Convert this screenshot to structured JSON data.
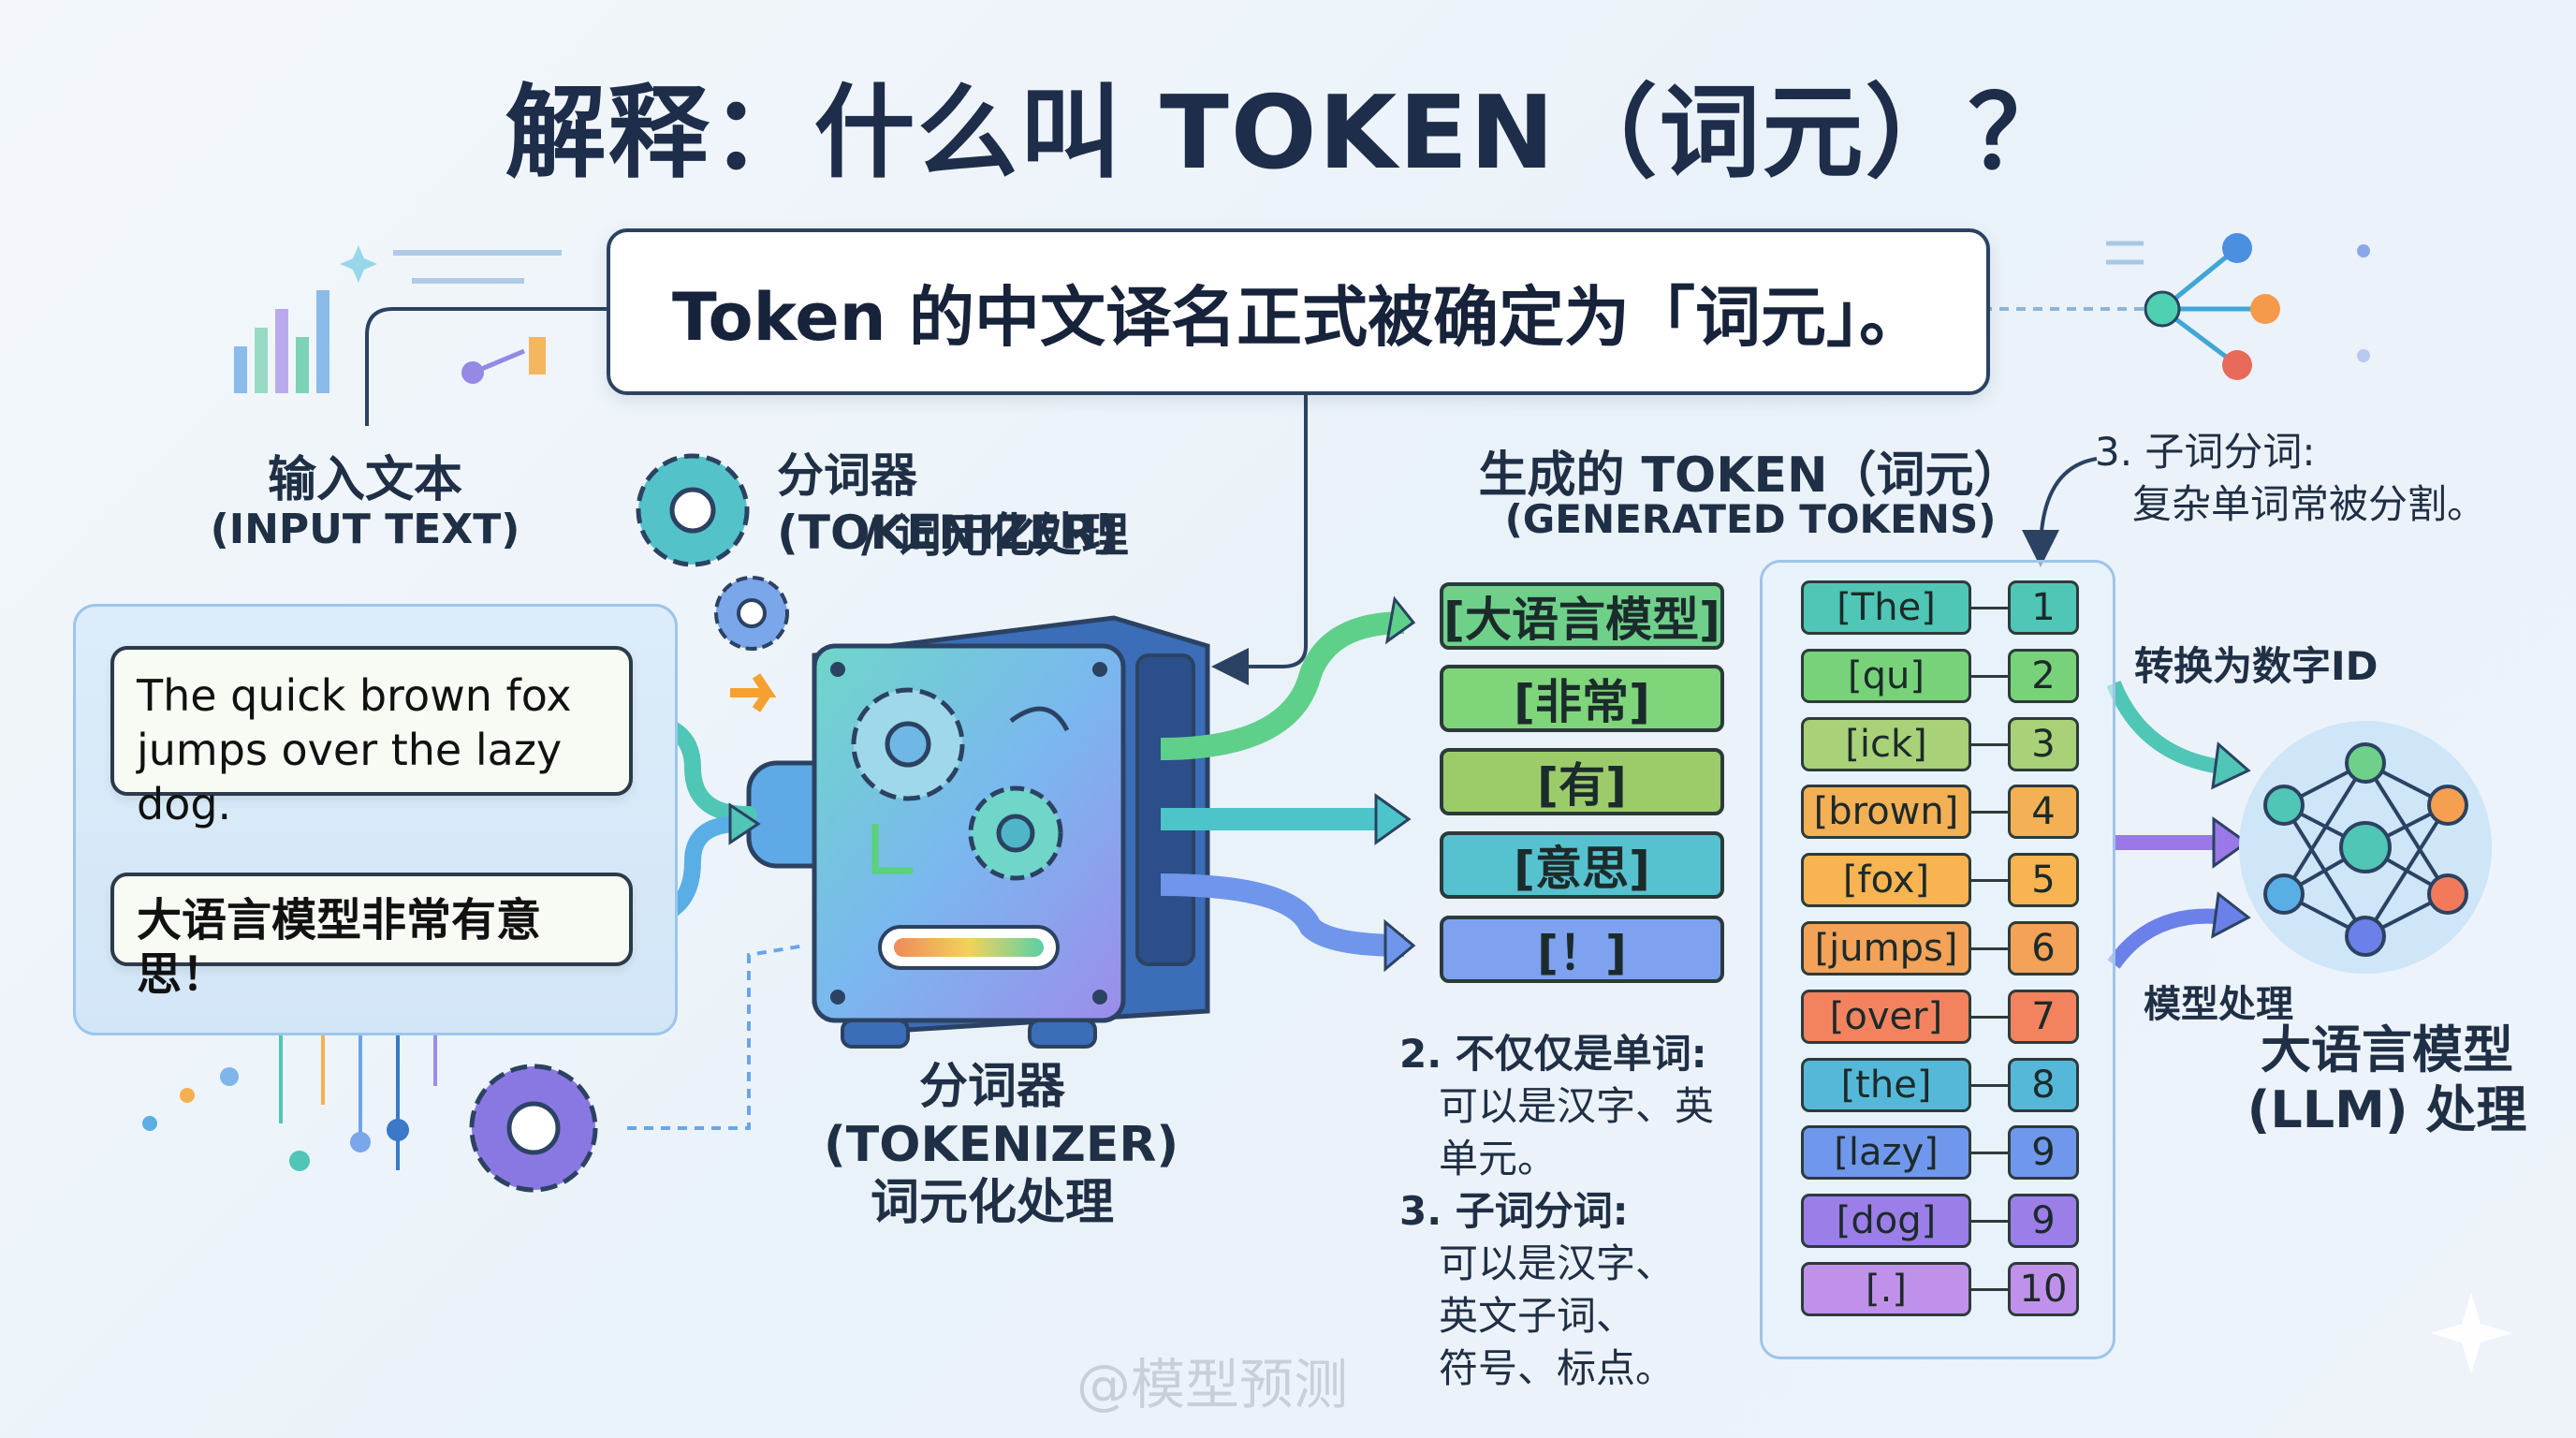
{
  "title": "解释：什么叫 TOKEN（词元）？",
  "subtitle": "Token 的中文译名正式被确定为「词元」。",
  "input": {
    "title": "输入文本",
    "subtitle": "(INPUT TEXT)",
    "english_text_line1": "The quick brown fox",
    "english_text_line2": "jumps over the lazy dog.",
    "chinese_text": "大语言模型非常有意思！"
  },
  "tokenizer": {
    "title": "分词器 (TOKENIZER)",
    "subtitle": "/ 词元化处理",
    "caption_line1": "分词器",
    "caption_line2": "(TOKENIZER)",
    "caption_line3": "词元化处理"
  },
  "generated": {
    "title": "生成的 TOKEN（词元）",
    "subtitle": "(GENERATED TOKENS)",
    "zh_tokens": [
      {
        "text": "[大语言模型]",
        "color": "#6fd08a"
      },
      {
        "text": "[非常]",
        "color": "#7fd57a"
      },
      {
        "text": "[有]",
        "color": "#9ccc6a"
      },
      {
        "text": "[意思]",
        "color": "#57c2cf"
      },
      {
        "text": "[！]",
        "color": "#7ea2f0"
      }
    ],
    "subword_tokens": [
      {
        "text": "[The]",
        "id": "1",
        "color": "#4fc6b6"
      },
      {
        "text": "[qu]",
        "id": "2",
        "color": "#78d27a"
      },
      {
        "text": "[ick]",
        "id": "3",
        "color": "#a9d177"
      },
      {
        "text": "[brown]",
        "id": "4",
        "color": "#f3b054"
      },
      {
        "text": "[fox]",
        "id": "5",
        "color": "#f7b450"
      },
      {
        "text": "[jumps]",
        "id": "6",
        "color": "#f3a257"
      },
      {
        "text": "[over]",
        "id": "7",
        "color": "#f2835e"
      },
      {
        "text": "[the]",
        "id": "8",
        "color": "#56b8d8"
      },
      {
        "text": "[lazy]",
        "id": "9",
        "color": "#6f97ec"
      },
      {
        "text": "[dog]",
        "id": "9",
        "color": "#9b7ee8"
      },
      {
        "text": "[.]",
        "id": "10",
        "color": "#c091ea"
      }
    ]
  },
  "notes": {
    "n2_head": "2. 不仅仅是单词:",
    "n2_line1": "可以是汉字、英",
    "n2_line2": "单元。",
    "n3_head": "3. 子词分词:",
    "n3_line1": "可以是汉字、",
    "n3_line2": "英文子词、",
    "n3_line3": "符号、标点。"
  },
  "right": {
    "note3_line1": "3. 子词分词:",
    "note3_line2": "复杂单词常被分割。",
    "convert_label": "转换为数字ID",
    "model_label": "模型处理",
    "llm_line1": "大语言模型",
    "llm_line2": "(LLM) 处理"
  },
  "watermark": "@模型预测"
}
